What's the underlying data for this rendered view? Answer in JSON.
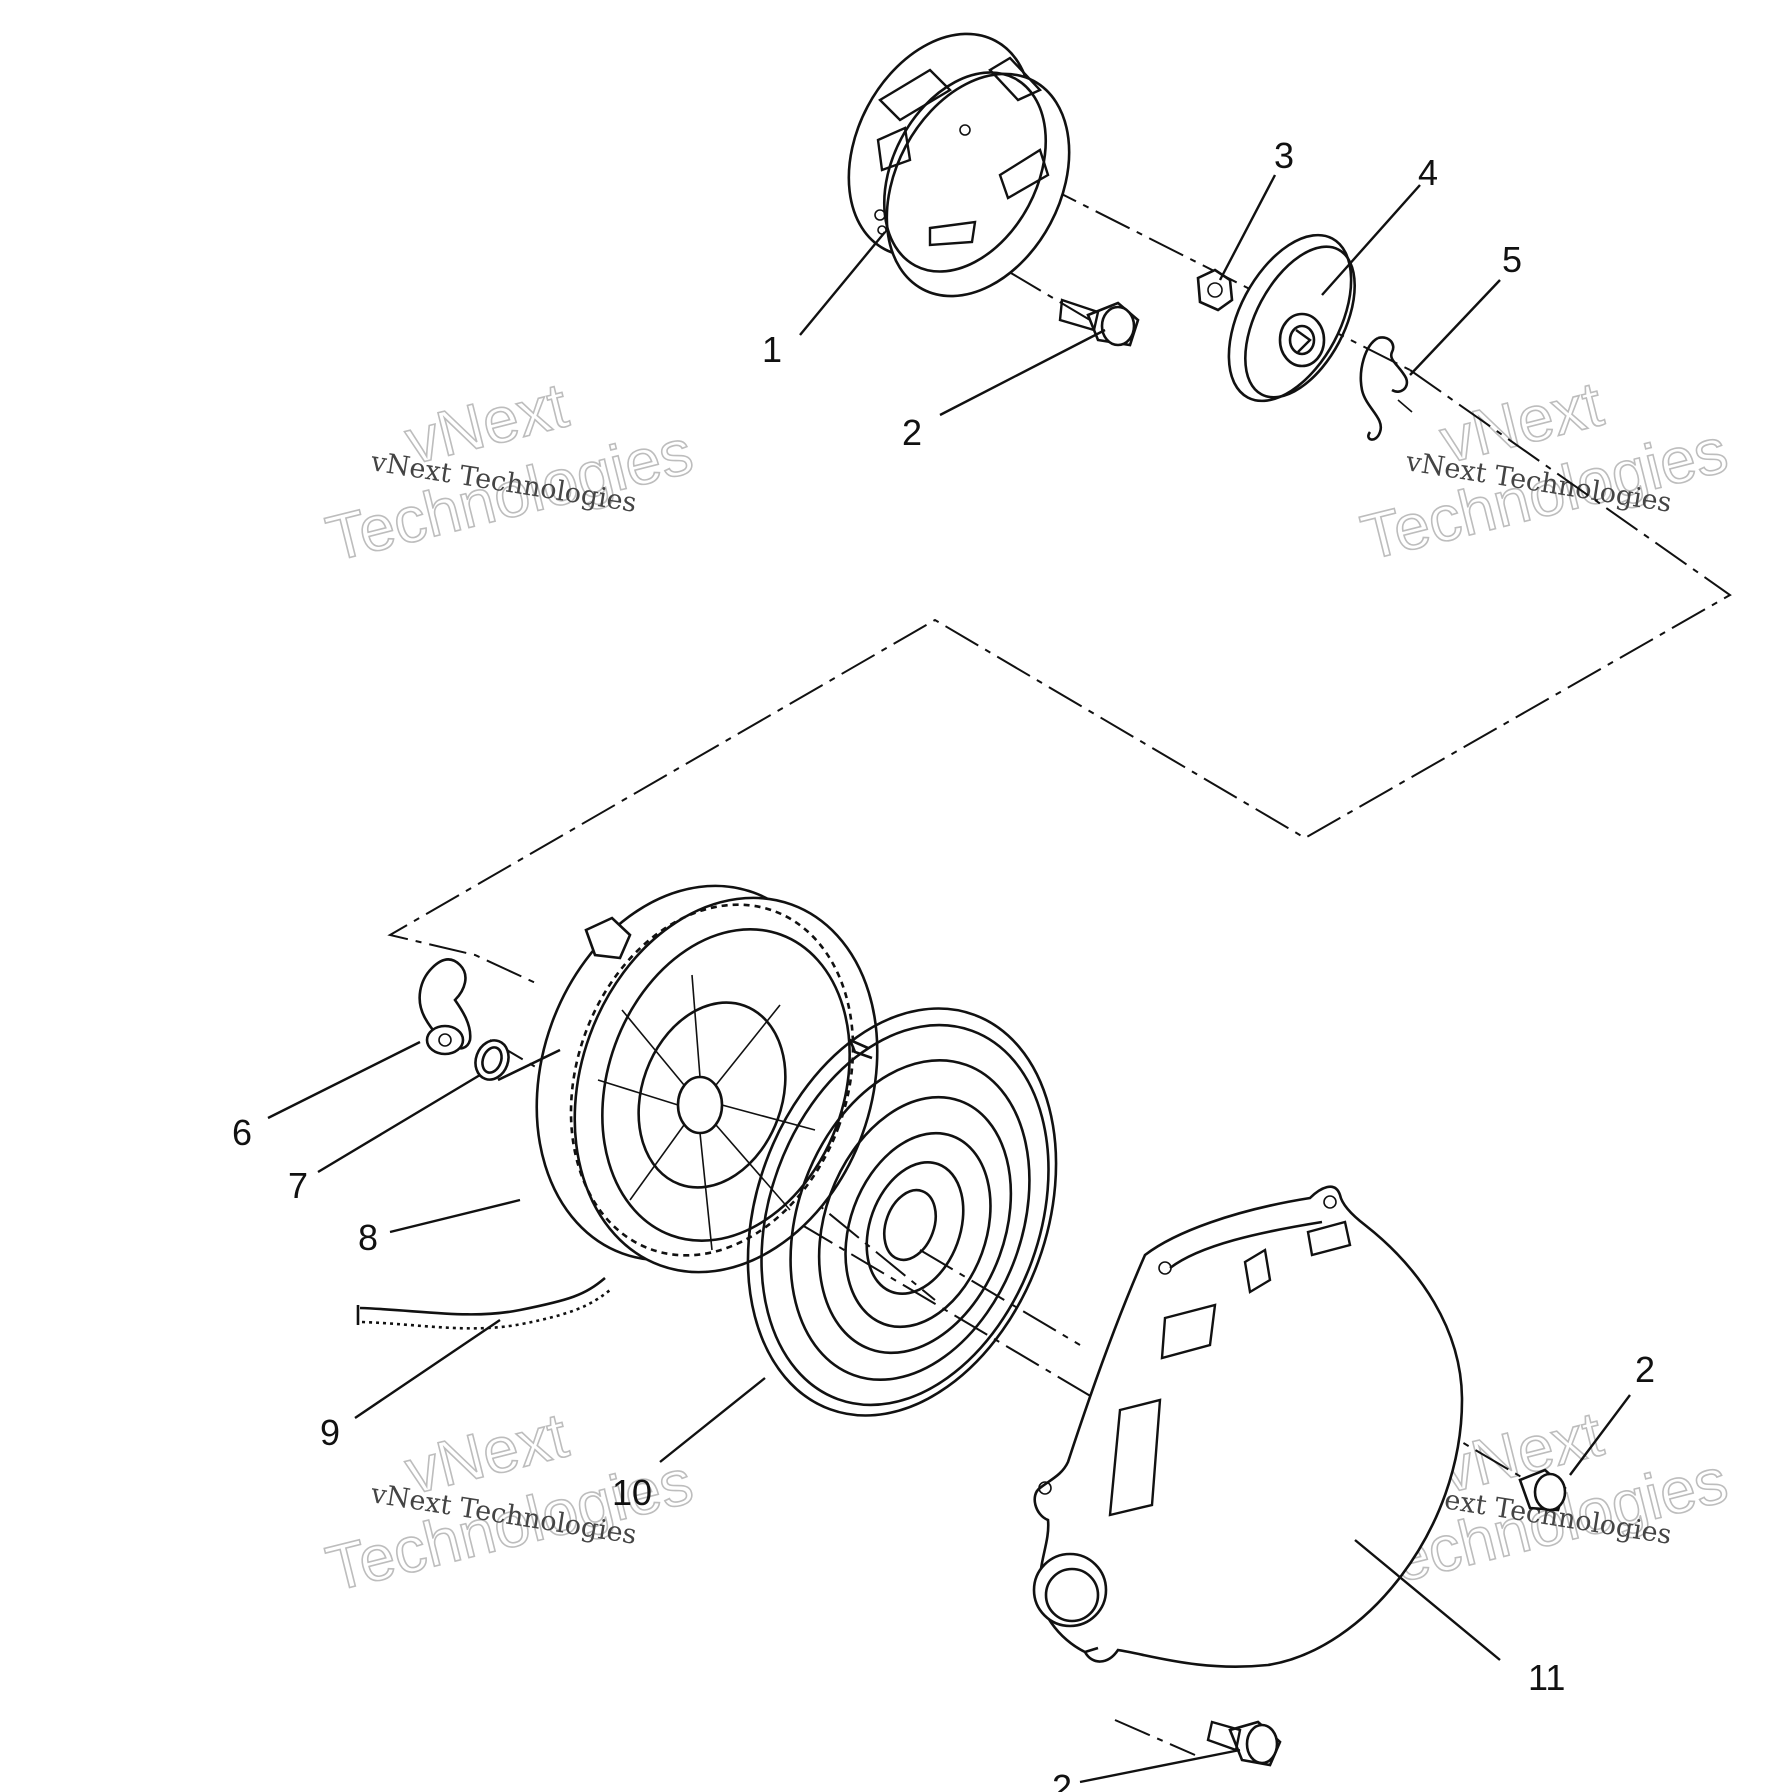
{
  "callouts": [
    {
      "id": "1",
      "label": "1"
    },
    {
      "id": "2",
      "label": "2"
    },
    {
      "id": "3",
      "label": "3"
    },
    {
      "id": "4",
      "label": "4"
    },
    {
      "id": "5",
      "label": "5"
    },
    {
      "id": "6",
      "label": "6"
    },
    {
      "id": "7",
      "label": "7"
    },
    {
      "id": "8",
      "label": "8"
    },
    {
      "id": "9",
      "label": "9"
    },
    {
      "id": "10",
      "label": "10"
    },
    {
      "id": "2b",
      "label": "2"
    },
    {
      "id": "11",
      "label": "11"
    },
    {
      "id": "2c",
      "label": "2"
    }
  ],
  "watermark": {
    "small_text": "vNext Technologies",
    "big_line1": "vNext",
    "big_line2": "Technologies"
  }
}
